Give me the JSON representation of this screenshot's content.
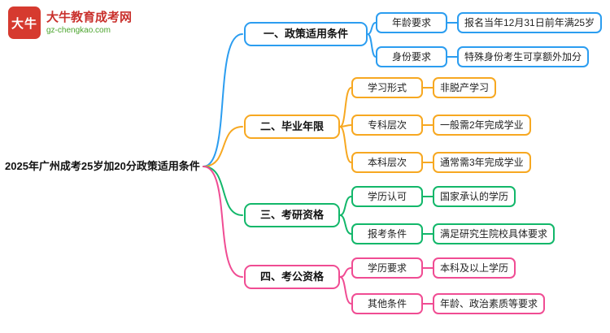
{
  "logo": {
    "badge_text": "大牛",
    "site_name": "大牛教育成考网",
    "site_url": "gz-chengkao.com"
  },
  "root": {
    "title": "2025年广州成考25岁加20分政策适用条件"
  },
  "colors": {
    "branch1_blue": "#2b9df0",
    "branch2_orange": "#f7a821",
    "branch3_green": "#12b76a",
    "branch4_pink": "#f04c93",
    "logo_red": "#d63a2f",
    "logo_green": "#4ca52e"
  },
  "branches": [
    {
      "label": "一、政策适用条件",
      "color": "#2b9df0",
      "children": [
        {
          "label": "年龄要求",
          "value": "报名当年12月31日前年满25岁"
        },
        {
          "label": "身份要求",
          "value": "特殊身份考生可享额外加分"
        }
      ]
    },
    {
      "label": "二、毕业年限",
      "color": "#f7a821",
      "children": [
        {
          "label": "学习形式",
          "value": "非脱产学习"
        },
        {
          "label": "专科层次",
          "value": "一般需2年完成学业"
        },
        {
          "label": "本科层次",
          "value": "通常需3年完成学业"
        }
      ]
    },
    {
      "label": "三、考研资格",
      "color": "#12b76a",
      "children": [
        {
          "label": "学历认可",
          "value": "国家承认的学历"
        },
        {
          "label": "报考条件",
          "value": "满足研究生院校具体要求"
        }
      ]
    },
    {
      "label": "四、考公资格",
      "color": "#f04c93",
      "children": [
        {
          "label": "学历要求",
          "value": "本科及以上学历"
        },
        {
          "label": "其他条件",
          "value": "年龄、政治素质等要求"
        }
      ]
    }
  ]
}
